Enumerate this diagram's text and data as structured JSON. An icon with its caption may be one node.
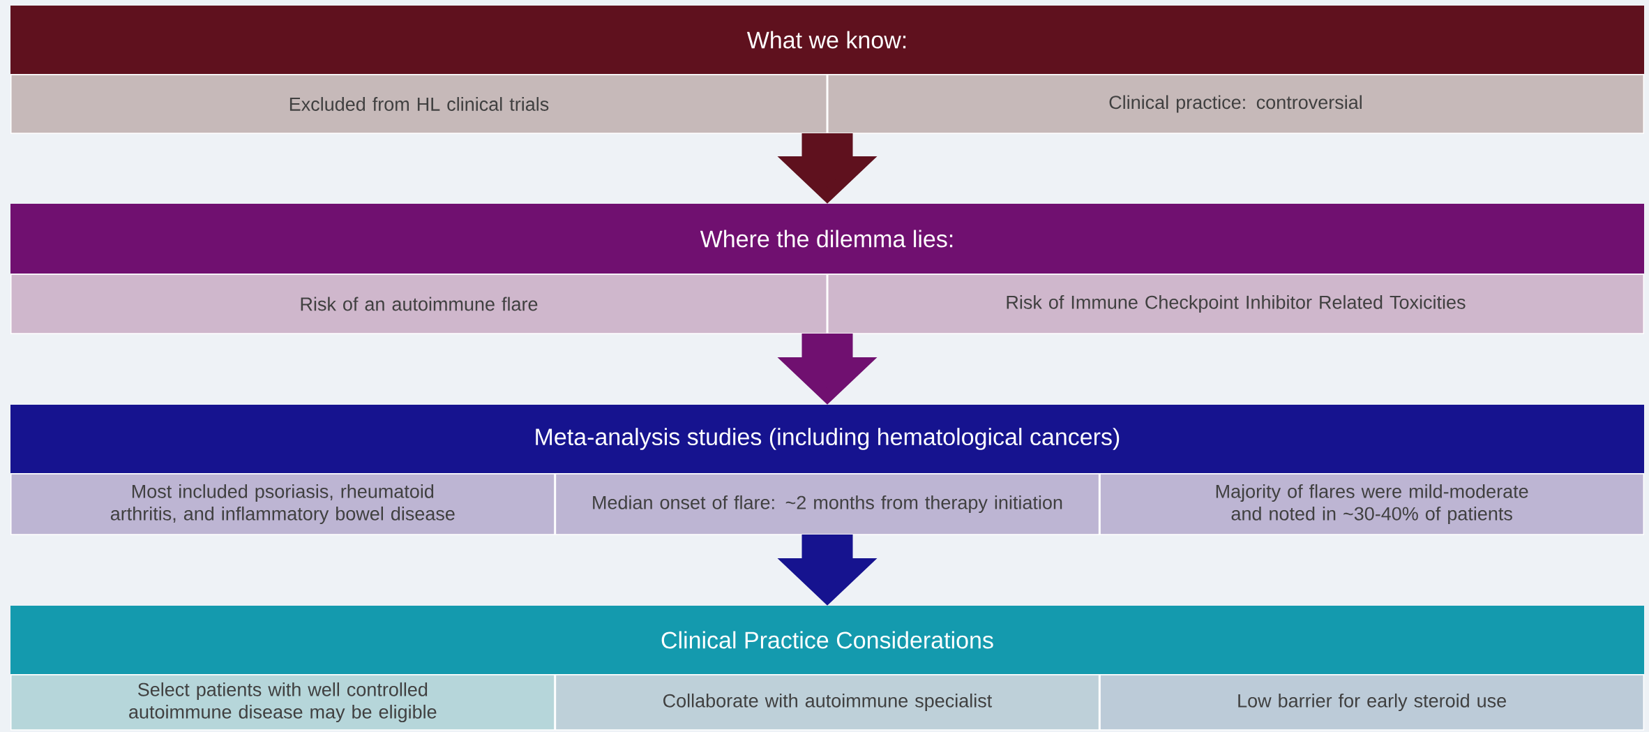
{
  "diagram": {
    "nodes": [
      {
        "text": [
          "What we know:"
        ]
      },
      {
        "text": [
          "Excluded from HL clinical trials"
        ]
      },
      {
        "text": [
          "Clinical practice: controversial"
        ]
      },
      {
        "text": [
          "Where the dilemma lies:"
        ]
      },
      {
        "text": [
          "Risk of an autoimmune flare"
        ]
      },
      {
        "text": [
          "Risk of Immune Checkpoint Inhibitor Related Toxicities"
        ]
      },
      {
        "text": [
          "Meta-analysis studies (including hematological cancers)"
        ]
      },
      {
        "text": [
          "Most included psoriasis, rheumatoid arthritis, and inflammatory bowel disease"
        ]
      },
      {
        "text": [
          "Median onset of flare: ~2 months from therapy initiation"
        ]
      },
      {
        "text": [
          "Majority of flares were mild-moderate and noted in ~30-40% of patients"
        ]
      },
      {
        "text": [
          "Clinical Practice Considerations"
        ]
      },
      {
        "text": [
          "Select patients with well controlled autoimmune disease may be eligible"
        ]
      },
      {
        "text": [
          "Collaborate with autoimmune specialist"
        ]
      },
      {
        "text": [
          "Low barrier for early steroid use"
        ]
      }
    ],
    "edges": [
      {
        "from": 2,
        "to": 3,
        "arrow": "to",
        "color": "#5f111e"
      },
      {
        "from": 5,
        "to": 6,
        "arrow": "to",
        "color": "#701070"
      },
      {
        "from": 8,
        "to": 10,
        "arrow": "to",
        "color": "#16138f"
      }
    ]
  }
}
